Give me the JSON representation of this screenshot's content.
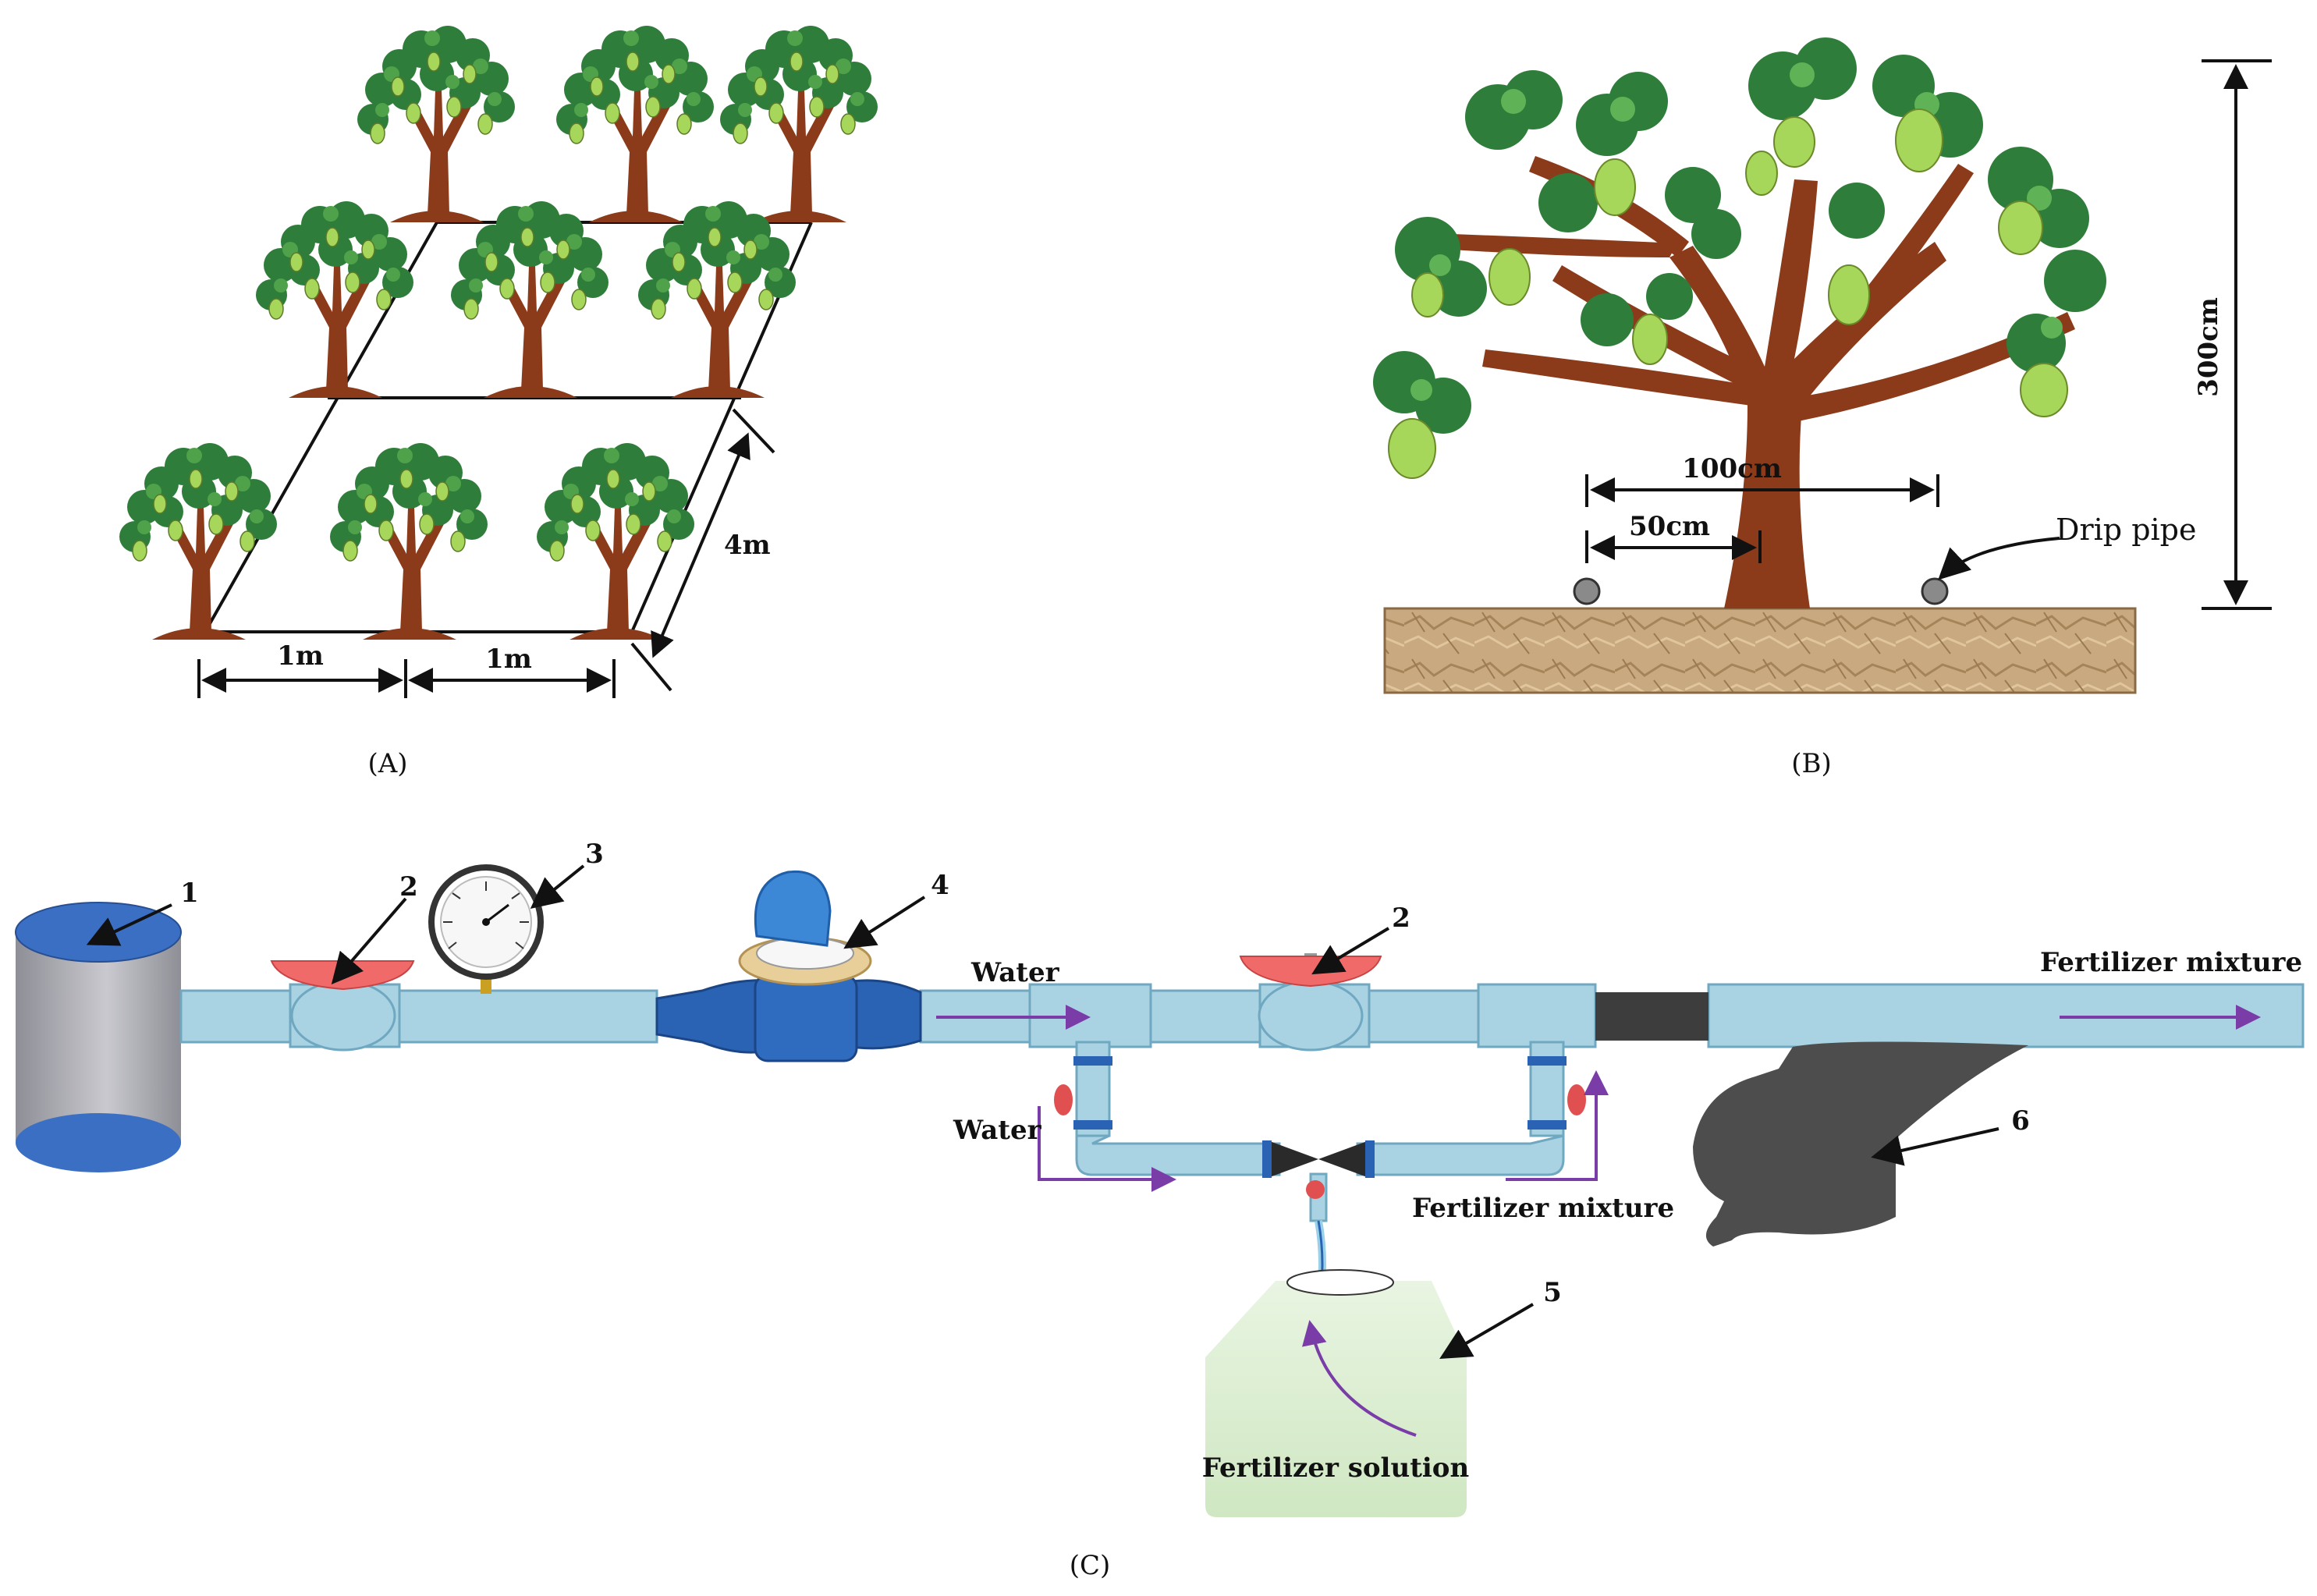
{
  "panel_a": {
    "caption": "(A)",
    "spacing_x_1": "1m",
    "spacing_x_2": "1m",
    "spacing_row": "4m"
  },
  "panel_b": {
    "caption": "(B)",
    "width_label": "100cm",
    "half_width_label": "50cm",
    "height_label": "300cm",
    "drip_pipe_label": "Drip pipe"
  },
  "panel_c": {
    "caption": "(C)",
    "callouts": [
      "1",
      "2",
      "3",
      "4",
      "2",
      "5",
      "6"
    ],
    "water_label_top": "Water",
    "water_label_bypass": "Water",
    "fert_mix_top": "Fertilizer  mixture",
    "fert_mix_bypass": "Fertilizer  mixture",
    "fert_solution": "Fertilizer  solution"
  },
  "colors": {
    "pipe": "#a9d3e3",
    "pipe_stroke": "#6fa8c0",
    "valve": "#f06a6a",
    "flow_arrow": "#7a3da8",
    "tank_top": "#3b6fc4",
    "trunk": "#8b3a1a",
    "leaf": "#2f7d3a",
    "fruit": "#a6d65a",
    "soil": "#c9a97f",
    "filter": "#4d4d4d",
    "fert_tank": "#dcefd2"
  }
}
